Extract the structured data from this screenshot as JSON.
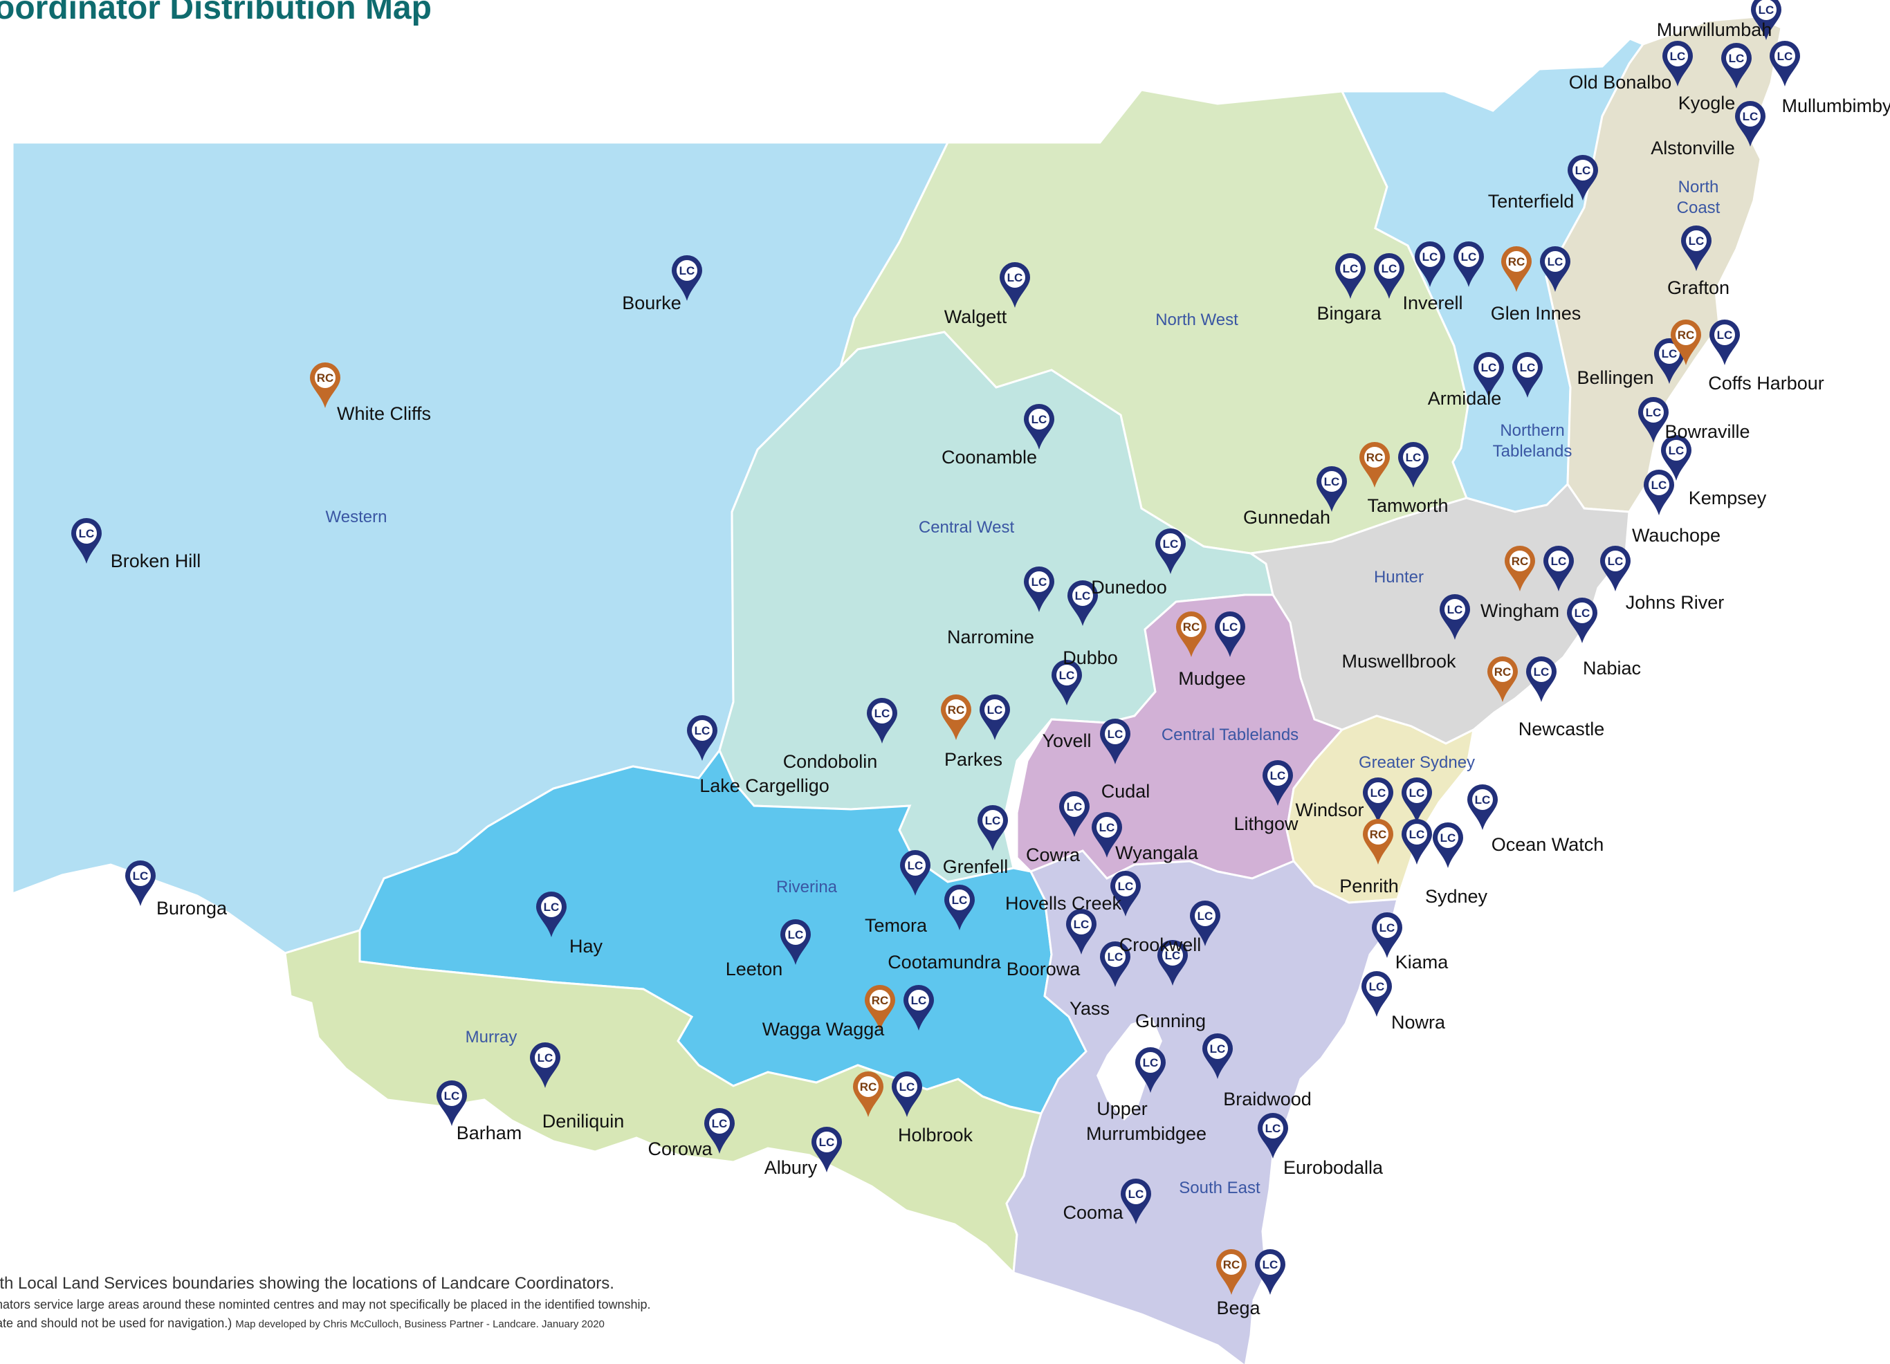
{
  "title": "oordinator Distribution Map",
  "footnote": {
    "line1": "ith Local Land Services boundaries showing the locations of Landcare Coordinators.",
    "line2": "nators service large areas around these nominted centres and may not specifically be placed in the identified township.",
    "line3": "ate and should not be used for navigation.)",
    "credit": "Map developed by Chris McCulloch, Business Partner - Landcare. January 2020"
  },
  "pin_codes": {
    "lc": "LC",
    "rc": "RC"
  },
  "colors": {
    "western": "#b2dff3",
    "north_west": "#d9e9c2",
    "northern_tablelands": "#b3e0f4",
    "north_coast": "#e4e1ce",
    "central_west": "#c0e5e1",
    "hunter": "#d9d9d9",
    "central_tablelands": "#d2b1d6",
    "greater_sydney": "#eeeac2",
    "riverina": "#5ec6ee",
    "murray": "#d7e7b6",
    "south_east": "#cbcbe8",
    "lc_pin": "#22307a",
    "rc_pin": "#c26a28",
    "region_text": "#3a56a3",
    "title": "#0f6b6e"
  },
  "regions": [
    {
      "id": "western",
      "label": "Western"
    },
    {
      "id": "north_west",
      "label": "North West"
    },
    {
      "id": "northern_tablelands",
      "label": "Northern Tablelands"
    },
    {
      "id": "north_coast",
      "label": "North Coast"
    },
    {
      "id": "central_west",
      "label": "Central West"
    },
    {
      "id": "hunter",
      "label": "Hunter"
    },
    {
      "id": "central_tablelands",
      "label": "Central Tablelands"
    },
    {
      "id": "greater_sydney",
      "label": "Greater Sydney"
    },
    {
      "id": "riverina",
      "label": "Riverina"
    },
    {
      "id": "murray",
      "label": "Murray"
    },
    {
      "id": "south_east",
      "label": "South East"
    }
  ],
  "towns": [
    {
      "name": "Murwillumbah",
      "pins": [
        "lc"
      ]
    },
    {
      "name": "Old Bonalbo",
      "pins": [
        "lc"
      ]
    },
    {
      "name": "Kyogle",
      "pins": [
        "lc"
      ]
    },
    {
      "name": "Mullumbimby",
      "pins": [
        "lc"
      ]
    },
    {
      "name": "Alstonville",
      "pins": [
        "lc"
      ]
    },
    {
      "name": "Tenterfield",
      "pins": [
        "lc"
      ]
    },
    {
      "name": "Grafton",
      "pins": [
        "lc"
      ]
    },
    {
      "name": "Bourke",
      "pins": [
        "lc"
      ]
    },
    {
      "name": "Walgett",
      "pins": [
        "lc"
      ]
    },
    {
      "name": "Bingara",
      "pins": [
        "lc",
        "lc"
      ]
    },
    {
      "name": "Inverell",
      "pins": [
        "lc",
        "lc"
      ]
    },
    {
      "name": "Glen Innes",
      "pins": [
        "rc",
        "lc"
      ]
    },
    {
      "name": "White Cliffs",
      "pins": [
        "rc"
      ]
    },
    {
      "name": "Bellingen",
      "pins": [
        "lc"
      ]
    },
    {
      "name": "Coffs Harbour",
      "pins": [
        "rc",
        "lc"
      ]
    },
    {
      "name": "Armidale",
      "pins": [
        "lc",
        "lc"
      ]
    },
    {
      "name": "Coonamble",
      "pins": [
        "lc"
      ]
    },
    {
      "name": "Bowraville",
      "pins": [
        "lc"
      ]
    },
    {
      "name": "Tamworth",
      "pins": [
        "rc",
        "lc"
      ]
    },
    {
      "name": "Gunnedah",
      "pins": [
        "lc"
      ]
    },
    {
      "name": "Kempsey",
      "pins": [
        "lc"
      ]
    },
    {
      "name": "Wauchope",
      "pins": [
        "lc"
      ]
    },
    {
      "name": "Broken Hill",
      "pins": [
        "lc"
      ]
    },
    {
      "name": "Dunedoo",
      "pins": [
        "lc"
      ]
    },
    {
      "name": "Wingham",
      "pins": [
        "rc",
        "lc"
      ]
    },
    {
      "name": "Johns River",
      "pins": [
        "lc"
      ]
    },
    {
      "name": "Narromine",
      "pins": [
        "lc"
      ]
    },
    {
      "name": "Dubbo",
      "pins": [
        "lc"
      ]
    },
    {
      "name": "Mudgee",
      "pins": [
        "rc",
        "lc"
      ]
    },
    {
      "name": "Muswellbrook",
      "pins": [
        "lc"
      ]
    },
    {
      "name": "Nabiac",
      "pins": [
        "lc"
      ]
    },
    {
      "name": "Newcastle",
      "pins": [
        "rc",
        "lc"
      ]
    },
    {
      "name": "Yovell",
      "pins": [
        "lc"
      ]
    },
    {
      "name": "Condobolin",
      "pins": [
        "lc"
      ]
    },
    {
      "name": "Parkes",
      "pins": [
        "rc",
        "lc"
      ]
    },
    {
      "name": "Lake Cargelligo",
      "pins": [
        "lc"
      ]
    },
    {
      "name": "Cudal",
      "pins": [
        "lc"
      ]
    },
    {
      "name": "Lithgow",
      "pins": [
        "lc"
      ]
    },
    {
      "name": "Windsor",
      "pins": [
        "lc",
        "lc"
      ]
    },
    {
      "name": "Ocean Watch",
      "pins": [
        "lc"
      ]
    },
    {
      "name": "Penrith",
      "pins": [
        "rc",
        "lc"
      ]
    },
    {
      "name": "Sydney",
      "pins": [
        "lc"
      ]
    },
    {
      "name": "Grenfell",
      "pins": [
        "lc"
      ]
    },
    {
      "name": "Cowra",
      "pins": [
        "lc"
      ]
    },
    {
      "name": "Wyangala",
      "pins": [
        "lc"
      ]
    },
    {
      "name": "Buronga",
      "pins": [
        "lc"
      ]
    },
    {
      "name": "Hay",
      "pins": [
        "lc"
      ]
    },
    {
      "name": "Temora",
      "pins": [
        "lc"
      ]
    },
    {
      "name": "Hovells Creek",
      "pins": [
        "lc"
      ]
    },
    {
      "name": "Cootamundra",
      "pins": [
        "lc"
      ]
    },
    {
      "name": "Leeton",
      "pins": [
        "lc"
      ]
    },
    {
      "name": "Boorowa",
      "pins": [
        "lc"
      ]
    },
    {
      "name": "Crookwell",
      "pins": [
        "lc"
      ]
    },
    {
      "name": "Kiama",
      "pins": [
        "lc"
      ]
    },
    {
      "name": "Yass",
      "pins": [
        "lc"
      ]
    },
    {
      "name": "Gunning",
      "pins": [
        "lc"
      ]
    },
    {
      "name": "Nowra",
      "pins": [
        "lc"
      ]
    },
    {
      "name": "Wagga Wagga",
      "pins": [
        "rc",
        "lc"
      ]
    },
    {
      "name": "Braidwood",
      "pins": [
        "lc"
      ]
    },
    {
      "name": "Upper Murrumbidgee",
      "pins": [
        "lc"
      ]
    },
    {
      "name": "Barham",
      "pins": [
        "lc"
      ]
    },
    {
      "name": "Deniliquin",
      "pins": [
        "lc"
      ]
    },
    {
      "name": "Corowa",
      "pins": [
        "lc"
      ]
    },
    {
      "name": "Holbrook",
      "pins": [
        "rc",
        "lc"
      ]
    },
    {
      "name": "Albury",
      "pins": [
        "lc"
      ]
    },
    {
      "name": "Eurobodalla",
      "pins": [
        "lc"
      ]
    },
    {
      "name": "Cooma",
      "pins": [
        "lc"
      ]
    },
    {
      "name": "Bega",
      "pins": [
        "rc",
        "lc"
      ]
    }
  ]
}
